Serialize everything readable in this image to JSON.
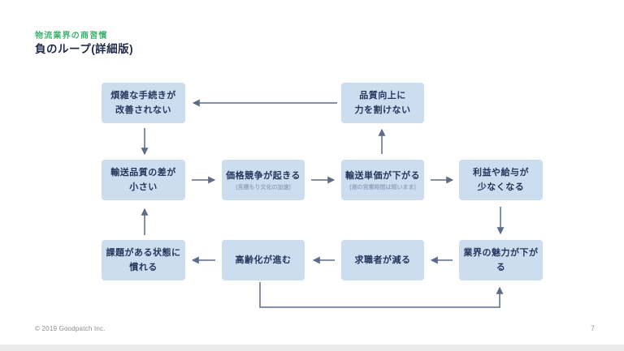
{
  "slide": {
    "eyebrow": "物流業界の商習慣",
    "title": "負のループ(詳細版)",
    "footer": {
      "copyright": "© 2019 Goodpatch Inc.",
      "page_number": "7"
    }
  },
  "colors": {
    "accent_green": "#3eb370",
    "node_fill": "#cdddf0",
    "node_text": "#24365c",
    "node_note": "#95a6c0",
    "arrow": "#5d6b87"
  },
  "diagram": {
    "nodes": {
      "tedious_procedures": {
        "line1": "煩雑な手続きが",
        "line2": "改善されない"
      },
      "no_time_for_quality": {
        "line1": "品質向上に",
        "line2": "力を割けない"
      },
      "small_quality_gap": {
        "line1": "輸送品質の差が",
        "line2": "小さい"
      },
      "price_competition": {
        "label": "価格競争が起きる",
        "note": "(見積もり文化の加速)"
      },
      "unit_price_drops": {
        "label": "輸送単価が下がる",
        "note": "(港の営業時間は短いまま)"
      },
      "less_profit": {
        "line1": "利益や給与が",
        "line2": "少なくなる"
      },
      "accustomed_to_problems": {
        "line1": "課題がある状態に",
        "line2": "慣れる"
      },
      "aging_workforce": {
        "label": "高齢化が進む"
      },
      "fewer_jobseekers": {
        "label": "求職者が減る"
      },
      "industry_appeal_drops": {
        "label": "業界の魅力が下がる"
      }
    }
  }
}
